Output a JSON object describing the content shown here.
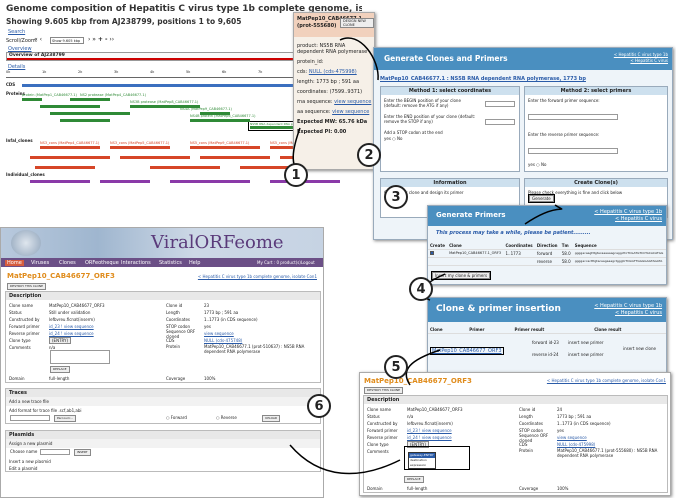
{
  "genome": {
    "title": "Genome composition of Hepatitis C virus type 1b complete genome, isolate Con1",
    "subtitle": "Showing 9.605 kbp from AJ238799, positions 1 to 9,605",
    "search_label": "Search",
    "scroll_zoom_label": "Scroll/Zoom:",
    "show_select": "Show 9.605 kbp",
    "overview_label": "Overview",
    "overview_of": "Overview of AJ238799",
    "details_label": "Details",
    "ruler_ticks": [
      "0k",
      "1k",
      "2k",
      "3k",
      "4k",
      "5k",
      "6k",
      "7k",
      "8k",
      "9k"
    ],
    "tracks": [
      "CDS",
      "Proteins",
      "Infal_clones",
      "Individual_clones"
    ],
    "protein_labels": [
      "protein (MatPep1_CAB46677.1)",
      "NS2 protease (MatPep4_CAB46677.1)",
      "NS3B protease (MatPep8_CAB46677.1)",
      "NS4A (MatPep9_CAB46677.1)",
      "NS5B RNA dependent RNA polymerase (MatPep10_CAB46677.1)",
      "NS4B protein (MatPep6_CAB46677.1)"
    ],
    "clone_labels": [
      "NS3_cons (MatPep4_CAB46677.1)",
      "NS3_cons (MatPep5_CAB46677.1)",
      "NS5_cons (MatPep9_CAB46677.1)",
      "NS5_cons (MatPep10_CAB46677.1)"
    ]
  },
  "popup": {
    "title": "MatPep10_CAB46677.1 (prot-555680)",
    "design_button": "DESIGN NEW CLONE",
    "product_label": "product:",
    "product_value": "NS5B RNA dependent RNA polymerase",
    "protein_id_label": "protein_id:",
    "cds_label": "cds:",
    "cds_value": "NULL (cds-475998)",
    "length_label": "length:",
    "length_value": "1773 bp ; 591 aa",
    "coordinates_label": "coordinates:",
    "coordinates_value": "(7599..9371)",
    "rna_seq_label": "rna sequence:",
    "rna_seq_value": "view sequence",
    "aa_seq_label": "aa sequence:",
    "aa_seq_value": "view sequence",
    "mw_label": "Expected MW:",
    "mw_value": "65.76 kDa",
    "pi_label": "Expected PI:",
    "pi_value": "0.00"
  },
  "generate": {
    "title": "Generate Clones and Primers",
    "nav1": "< Hepatitis C virus type 1b",
    "nav2": "< Hepatitis C virus",
    "subtitle": "MatPep10_CAB46677.1 : NS5B RNA dependent RNA polymerase, 1773 bp",
    "method1": "Method 1: select coordinates",
    "method2": "Method 2: select primers",
    "begin_label": "Enter the BEGIN position of your clone (default: remove the ATG if any)",
    "end_label": "Enter the END position of your clone (default: remove the STOP if any)",
    "stop_label": "Add a STOP codon at the end",
    "yes_no": "yes ○ No",
    "fwd_label": "Enter the forward primer sequence:",
    "rev_label": "Enter the reverse primer sequence:",
    "info_title": "Information",
    "info_text": "Create your clone and design its primer",
    "create_title": "Create Clone(s)",
    "create_text": "Please check everything is fine and click below",
    "generate_btn": "Generate"
  },
  "primers": {
    "title": "Generate Primers",
    "nav1": "< Hepatitis C virus type 1b",
    "nav2": "< Hepatitis C virus",
    "wait": "This process may take a while, please be patient.........",
    "columns": [
      "Create",
      "Clone",
      "Coordinates",
      "Direction",
      "Tm",
      "Sequence"
    ],
    "rows": [
      {
        "clone": "MatPep10_CAB46677.1_ORF3",
        "coords": "1..1773",
        "dir": "forward",
        "tm": "58.0",
        "seq": "ggggacaagtttgtacaaaaaagcaggcttcTCGATGTCCTACACATGG"
      },
      {
        "clone": "",
        "coords": "",
        "dir": "reverse",
        "tm": "58.0",
        "seq": "ggggaccactttgtacaagaaagctgggtcTCGGTTGGGGAGTAGATA"
      }
    ],
    "insert_btn": "Insert my clone & primers"
  },
  "insertion": {
    "title": "Clone & primer insertion",
    "nav1": "< Hepatitis C virus type 1b",
    "nav2": "< Hepatitis C virus",
    "columns": [
      "Clone",
      "Primer",
      "Primer result",
      "Clone result"
    ],
    "clone": "MatPep10_CAB46677_ORF3",
    "rows": [
      {
        "primer": "forward id-23",
        "result": "insert new primer"
      },
      {
        "primer": "reverse id-24",
        "result": "insert new primer"
      }
    ],
    "clone_result": "insert new clone"
  },
  "viral": {
    "brand": "ViralORFeome",
    "nav": [
      "Home",
      "Viruses",
      "Clones",
      "ORFeotheque",
      "Interactions",
      "Statistics",
      "Help"
    ],
    "cart": "My Cart : 0 product(s)",
    "logout": "Logout",
    "page_title": "MatPep10_CAB46677_ORF3",
    "breadcrumb": "< Hepatitis C virus type 1b complete genome, isolate Con1",
    "destroy_btn": "DESTROY THIS CLONE",
    "desc_title": "Description",
    "left_rows": [
      [
        "Clone name",
        "MatPep10_CAB46677_ORF3"
      ],
      [
        "Status",
        "Still under validation"
      ],
      [
        "Constructed by",
        "lefbvreu.ficnat(inserm)"
      ],
      [
        "Forward primer",
        "id_23 ! view sequence"
      ],
      [
        "Reverse primer",
        "id_24 ! view sequence"
      ],
      [
        "Clone type",
        "(ENTRY)"
      ],
      [
        "Comments",
        "n/a"
      ]
    ],
    "right_rows": [
      [
        "Clone id",
        "23"
      ],
      [
        "Length",
        "1773 bp ; 591 aa"
      ],
      [
        "Coordinates",
        "1..1773 (in CDS sequence)"
      ],
      [
        "STOP codon",
        "yes"
      ],
      [
        "Sequence ORF cloned",
        "view sequence"
      ],
      [
        "CDS",
        "NULL (cds-475748)"
      ],
      [
        "Protein",
        "MatPep10_CAB46677.1 (prot-510637) : NS5B RNA dependent RNA polymerase"
      ]
    ],
    "replace_btn": "REPLACE",
    "domain_label": "Domain",
    "domain_value": "full-length",
    "coverage_label": "Coverage",
    "coverage_value": "100%",
    "traces_title": "Traces",
    "add_trace": "Add a new trace file",
    "add_format": "Add format for trace file .scf,ab1,abi",
    "browse_btn": "Parcourir...",
    "forward_opt": "Forward",
    "reverse_opt": "Reverse",
    "upload_btn": "UPLOAD",
    "plasmids_title": "Plasmids",
    "assign_plasmid": "Assign a new plasmid",
    "choose_name": "Choose name",
    "insert_btn": "INSERT",
    "insert_plasmid": "Insert a new plasmid",
    "edit_plasmid": "Edit a plasmid"
  },
  "final": {
    "page_title": "MatPep10_CAB46677_ORF3",
    "breadcrumb": "< Hepatitis C virus type 1b complete genome, isolate Con1",
    "destroy_btn": "DESTROY THIS CLONE",
    "desc_title": "Description",
    "left_rows": [
      [
        "Clone name",
        "MatPep10_CAB46677_ORF3"
      ],
      [
        "Status",
        "n/a"
      ],
      [
        "Constructed by",
        "lefbvreu.ficnat(inserm)"
      ],
      [
        "Forward primer",
        "id_23 ! view sequence"
      ],
      [
        "Reverse primer",
        "id_24 ! view sequence"
      ],
      [
        "Clone type",
        "(ENTRY)"
      ],
      [
        "Comments",
        ""
      ]
    ],
    "right_rows": [
      [
        "Clone id",
        "24"
      ],
      [
        "Length",
        "1773 bp ; 591 aa"
      ],
      [
        "Coordinates",
        "1..1773 (in CDS sequence)"
      ],
      [
        "STOP codon",
        "yes"
      ],
      [
        "Sequence ORF cloned",
        "view sequence"
      ],
      [
        "CDS",
        "NULL (cds-475998)"
      ],
      [
        "Protein",
        "MatPep10_CAB46677.1 (prot-555680) : NS5B RNA dependent RNA polymerase"
      ]
    ],
    "dropdown_options": [
      "gateway-ENTRY",
      "destination",
      "expression"
    ],
    "replace_btn": "REPLACE",
    "domain_label": "Domain",
    "domain_value": "full-length",
    "coverage_label": "Coverage",
    "coverage_value": "100%"
  },
  "callouts": [
    "1",
    "2",
    "3",
    "4",
    "5",
    "6"
  ]
}
